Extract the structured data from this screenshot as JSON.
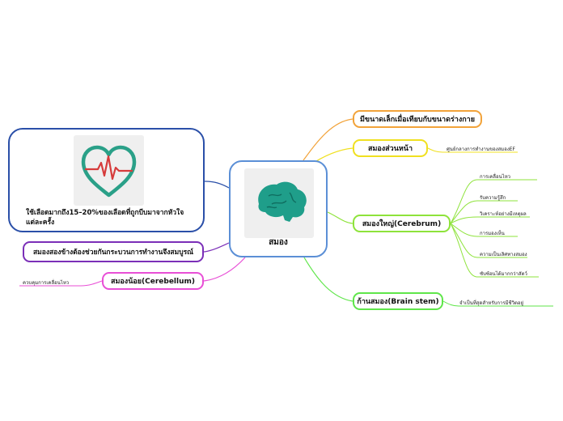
{
  "center": {
    "label": "สมอง"
  },
  "topics": {
    "size": "มีขนาดเล็กเมื่อเทียบกับขนาดร่างกาย",
    "frontal": "สมองส่วนหน้า",
    "cerebrum": "สมองใหญ่(Cerebrum)",
    "brainstem": "ก้านสมอง(Brain stem)",
    "cerebellum": "สมองน้อย(Cerebellum)",
    "hemispheres": "สมองสองข้างต้องช่วยกันกระบวนการทำงานจึงสมบูรณ์",
    "blood": "ใช้เลือดมากถึง15–20%ของเลือดที่ถูกบีบมาจากหัวใจแต่ละครั้ง"
  },
  "details": {
    "frontal": [
      "ศูนย์กลางการทำงานของสมองEF"
    ],
    "cerebrum": [
      "การเคลื่อนไหว",
      "รับความรู้สึก",
      "วิเคราะห์อย่างมีเหตุผล",
      "การมองเห็น",
      "ความเป็นเลิศทางสมอง",
      "ซับซ้อนได้มากกว่าสัตว์"
    ],
    "brainstem": [
      "จำเป็นที่สุดสำหรับการมีชีวิตอยู่"
    ],
    "cerebellum": [
      "ควบคุมการเคลื่อนไหว"
    ]
  },
  "colors": {
    "size": "#f2a33a",
    "frontal": "#f0e020",
    "cerebrum": "#8ee33b",
    "brainstem": "#5fe64a",
    "cerebellum": "#e84fd6",
    "hemispheres": "#7b2fb8",
    "blood": "#2a4fa8",
    "center": "#5b8fd6",
    "brain": "#1f9e8a",
    "heart": "#2aa088",
    "pulse": "#d63b3b"
  },
  "icons": {
    "center": "brain-icon",
    "blood": "heart-pulse-icon"
  }
}
